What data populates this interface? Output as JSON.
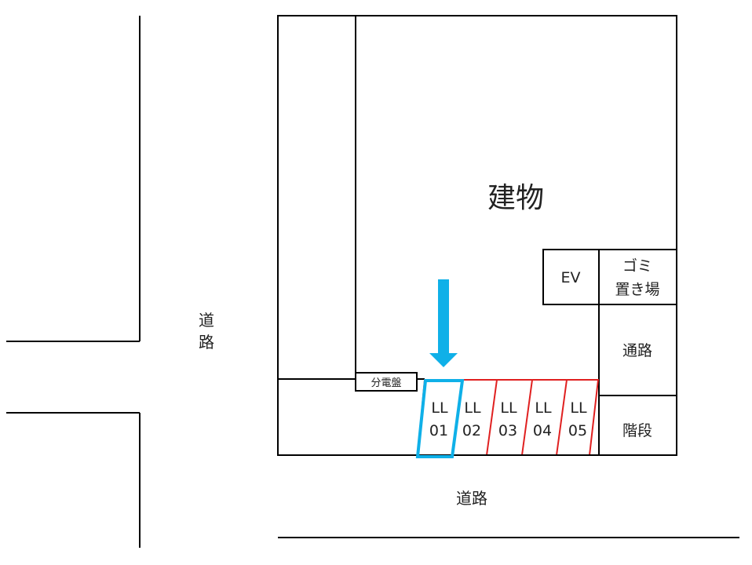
{
  "labels": {
    "building": "建物",
    "elevator": "EV",
    "garbage_line1": "ゴミ",
    "garbage_line2": "置き場",
    "passage": "通路",
    "stairs": "階段",
    "distribution_board": "分電盤",
    "road_left_1": "道",
    "road_left_2": "路",
    "road_bottom": "道路"
  },
  "parking_spaces": [
    {
      "line1": "LL",
      "line2": "01",
      "highlighted": true
    },
    {
      "line1": "LL",
      "line2": "02",
      "highlighted": false
    },
    {
      "line1": "LL",
      "line2": "03",
      "highlighted": false
    },
    {
      "line1": "LL",
      "line2": "04",
      "highlighted": false
    },
    {
      "line1": "LL",
      "line2": "05",
      "highlighted": false
    }
  ],
  "colors": {
    "highlight": "#0fb0e8",
    "slot": "#e02020",
    "line": "#000000"
  }
}
